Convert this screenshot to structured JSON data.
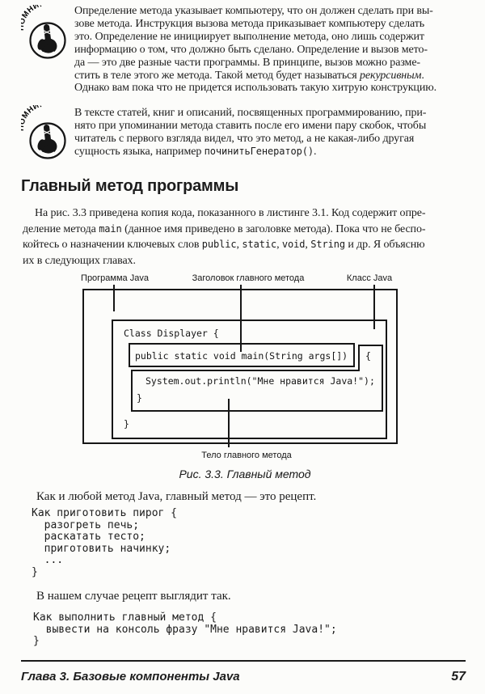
{
  "notes": [
    {
      "stamp": "ПОМНИ!",
      "segments": [
        {
          "t": "Определение метода указывает компьютеру, что он должен сделать при вы-\nзове метода. Инструкция вызова метода приказывает компьютеру сделать\nэто. Определение не инициирует выполнение метода, оно лишь содержит\nинформацию о том, что должно быть сделано. Определение и вызов мето-\nда — это две разные части программы. В принципе, вызов можно разме-\nстить в теле этого же метода. Такой метод будет называться "
        },
        {
          "t": "рекурсивным"
        },
        {
          "t": ".\nОднако вам пока что не придется использовать такую хитрую конструкцию."
        }
      ]
    },
    {
      "stamp": "ПОМНИ!",
      "segments": [
        {
          "t": "В тексте статей, книг и описаний, посвященных программированию, при-\nнято при упоминании метода ставить после его имени пару скобок, чтобы\nчитатель с первого взгляда видел, что это метод, а не какая-либо другая\nсущность языка, например "
        },
        {
          "t": "починитьГенератор()"
        },
        {
          "t": "."
        }
      ]
    }
  ],
  "section": {
    "heading": "Главный метод программы",
    "intro_segments": [
      {
        "t": "На рис. 3.3 приведена копия кода, показанного в листинге 3.1. Код содержит опре-\nделение метода "
      },
      {
        "t": "main"
      },
      {
        "t": " (данное имя приведено в заголовке метода). Пока что не беспо-\nкойтесь о назначении ключевых слов "
      },
      {
        "t": "public"
      },
      {
        "t": ", "
      },
      {
        "t": "static"
      },
      {
        "t": ", "
      },
      {
        "t": "void"
      },
      {
        "t": ", "
      },
      {
        "t": "String"
      },
      {
        "t": " и др. Я объясню\nих в следующих главах."
      }
    ]
  },
  "figure": {
    "labels": {
      "program": "Программа Java",
      "main_header": "Заголовок главного метода",
      "java_class": "Класс Java",
      "main_body": "Тело главного метода"
    },
    "code": {
      "class_open": "Class Displayer {",
      "main_header": "public static void main(String args[])",
      "open_brace": "{",
      "println": "System.out.println(\"Мне нравится Java!\");",
      "method_close": "}",
      "class_close": "}"
    },
    "caption": "Рис. 3.3. Главный метод"
  },
  "body": {
    "recipe_intro": "Как и любой метод Java, главный метод — это рецепт.",
    "recipe_code": "Как приготовить пирог {\n  разогреть печь;\n  раскатать тесто;\n  приготовить начинку;\n  ...\n}",
    "case_intro": "В нашем случае рецепт выглядит так.",
    "case_code": "Как выполнить главный метод {\n  вывести на консоль фразу \"Мне нравится Java!\";\n}"
  },
  "footer": {
    "chapter": "Глава 3. Базовые компоненты Java",
    "page_number": "57"
  }
}
